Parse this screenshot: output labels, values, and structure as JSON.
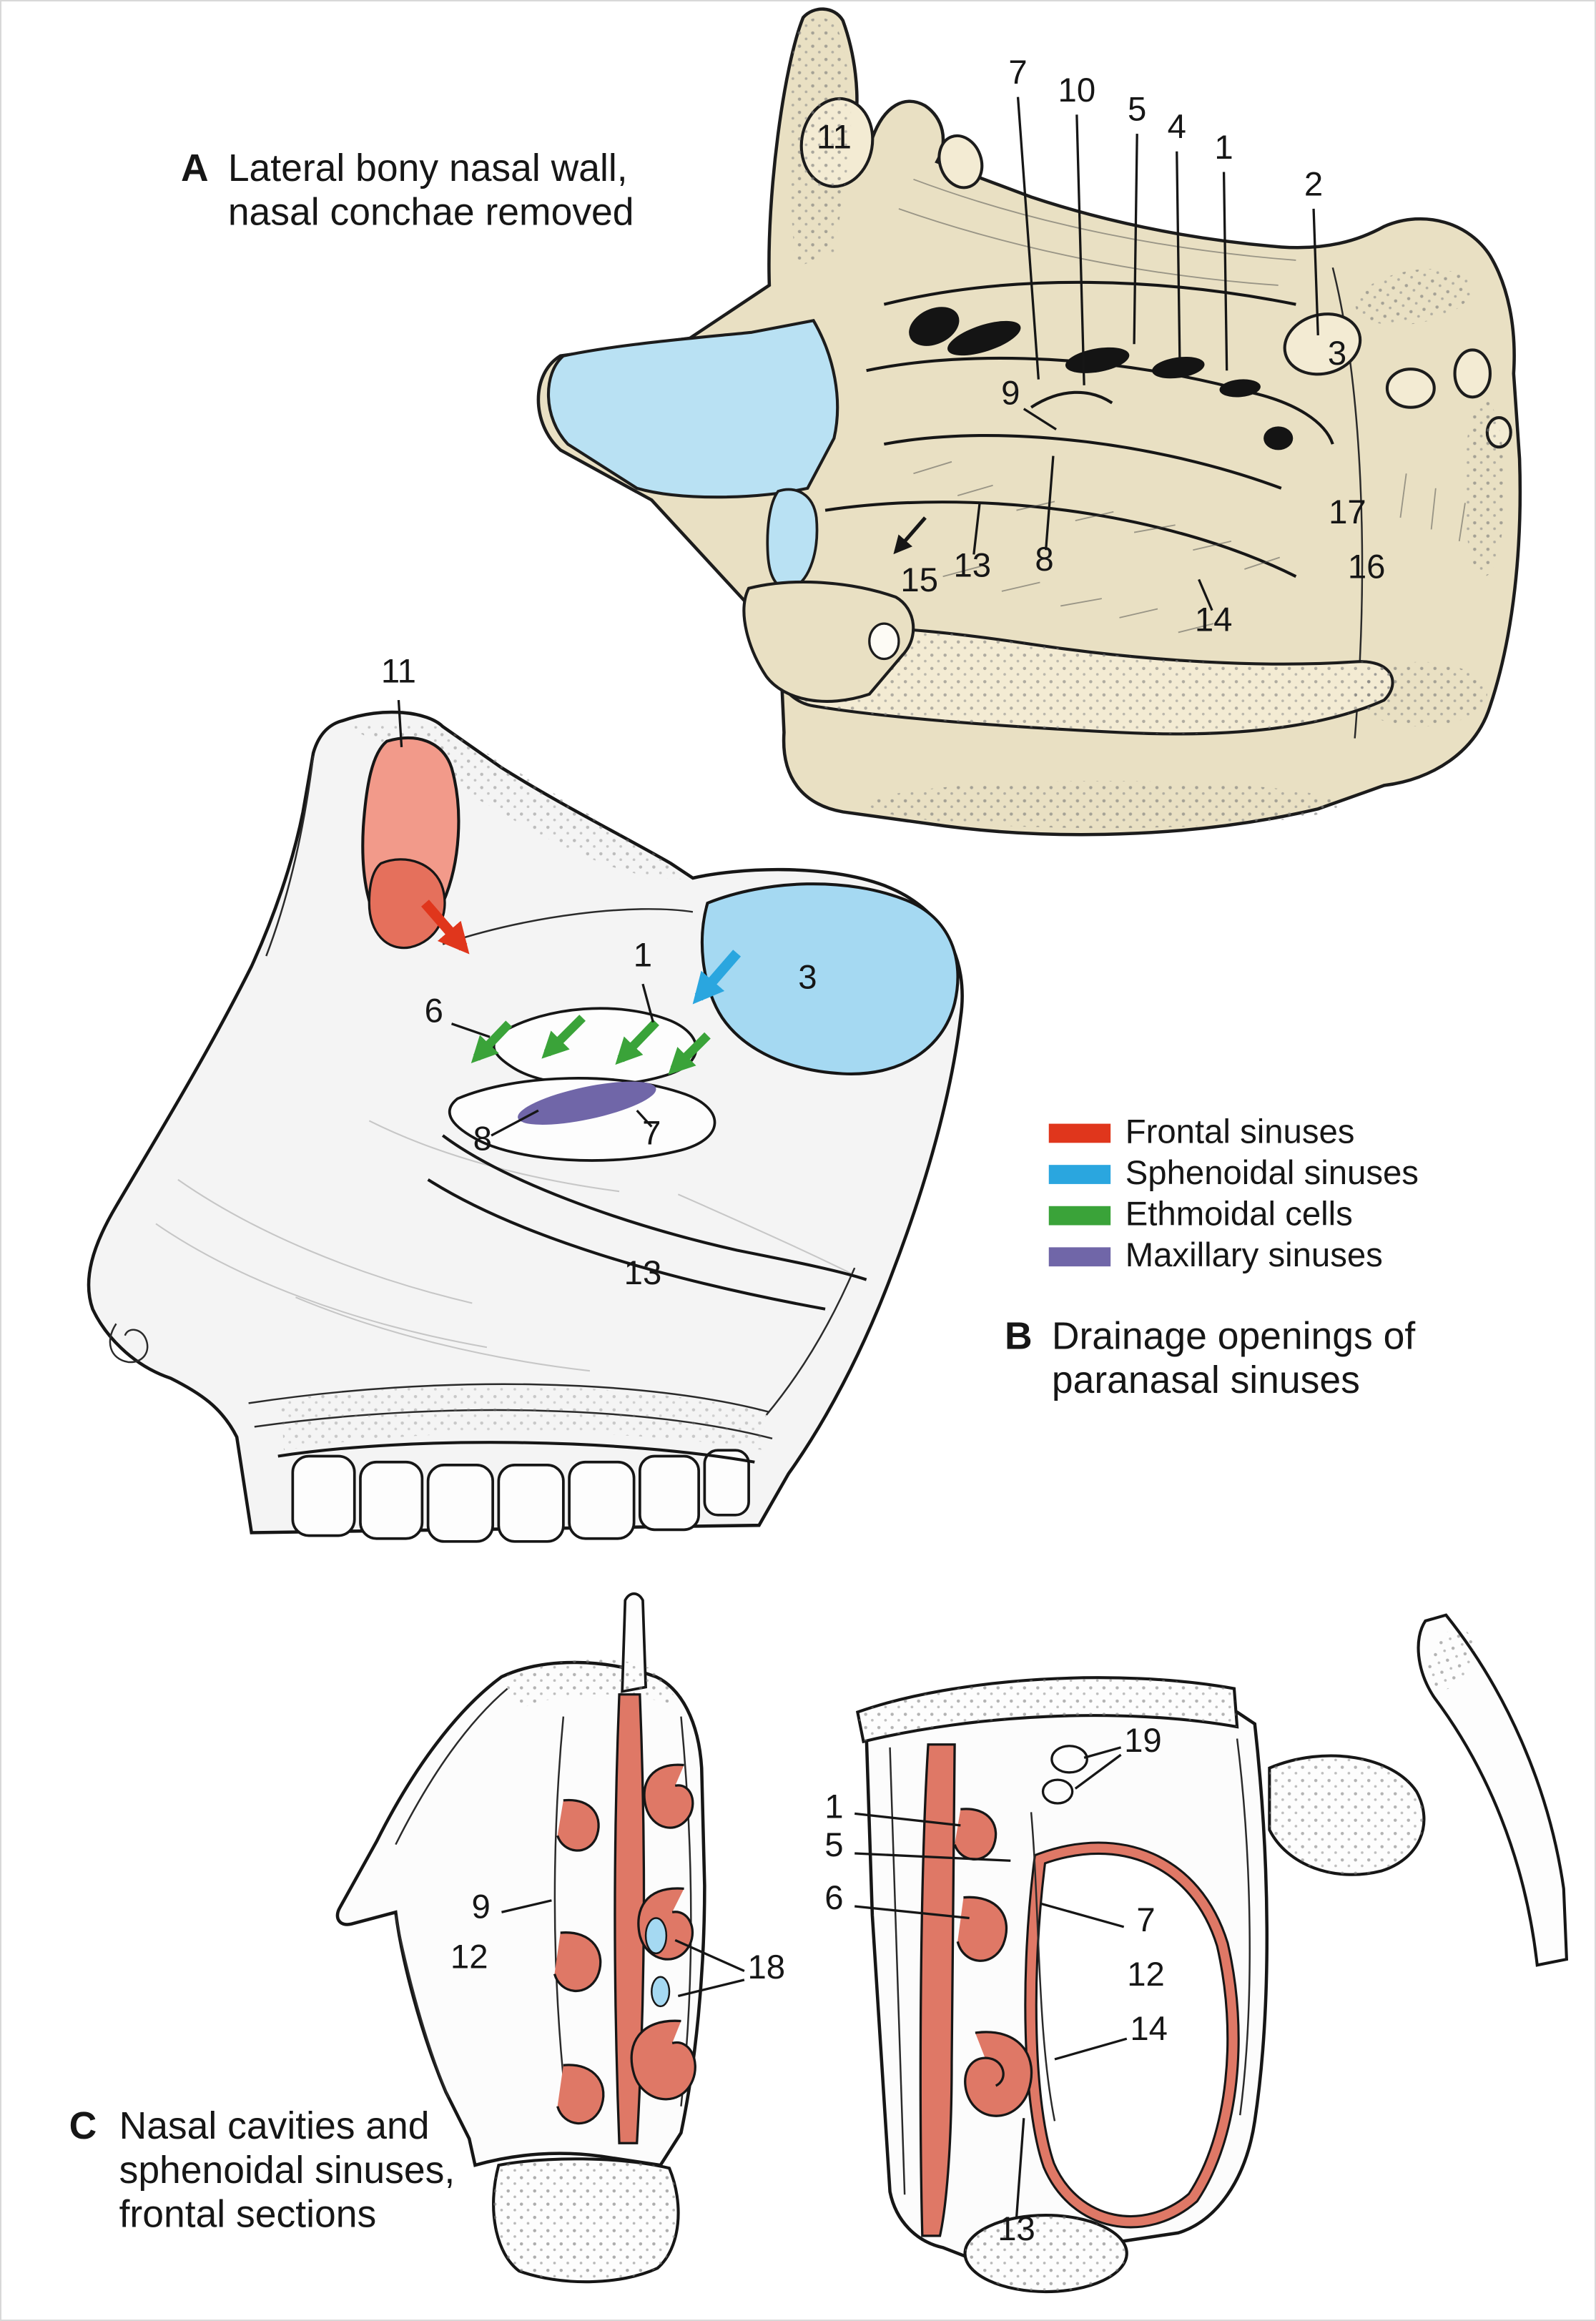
{
  "page": {
    "background": "#ffffff",
    "border_color": "#d8d8d8"
  },
  "panelA": {
    "letter": "A",
    "title_line1": "Lateral bony nasal wall,",
    "title_line2": "nasal conchae removed",
    "labels": {
      "n11": "11",
      "n7": "7",
      "n10": "10",
      "n5": "5",
      "n4": "4",
      "n1": "1",
      "n2": "2",
      "n3": "3",
      "n9": "9",
      "n15": "15",
      "n13": "13",
      "n8": "8",
      "n14": "14",
      "n17": "17",
      "n16": "16"
    },
    "colors": {
      "bone": "#e9e0c3",
      "bone_light": "#f3ebd3",
      "cartilage": "#b9e1f3",
      "outline": "#1c1c1c"
    }
  },
  "panelB": {
    "letter": "B",
    "title_line1": "Drainage openings of",
    "title_line2": "paranasal sinuses",
    "labels": {
      "n11": "11",
      "n1": "1",
      "n3": "3",
      "n6": "6",
      "n8": "8",
      "n7": "7",
      "n13": "13"
    },
    "legend": {
      "items": [
        {
          "name": "frontal",
          "label": "Frontal sinuses",
          "color": "#e0361c"
        },
        {
          "name": "sphenoidal",
          "label": "Sphenoidal sinuses",
          "color": "#2aa6df"
        },
        {
          "name": "ethmoidal",
          "label": "Ethmoidal cells",
          "color": "#3aa339"
        },
        {
          "name": "maxillary",
          "label": "Maxillary sinuses",
          "color": "#7066a8"
        }
      ]
    },
    "colors": {
      "face": "#f4f4f4",
      "outline": "#161616",
      "frontal_sinus": "#f29a8a",
      "frontal_sinus_dark": "#e5705c",
      "sphenoid_sinus": "#a5d9f2"
    }
  },
  "panelC": {
    "letter": "C",
    "title_line1": "Nasal cavities and",
    "title_line2": "sphenoidal sinuses,",
    "title_line3": "frontal sections",
    "labels": {
      "n9": "9",
      "n12a": "12",
      "n18": "18",
      "n1": "1",
      "n5": "5",
      "n6": "6",
      "n7": "7",
      "n12b": "12",
      "n14": "14",
      "n13": "13",
      "n19": "19"
    },
    "colors": {
      "mucosa": "#df7866",
      "sinus_blue": "#a5d9f2",
      "bone_white": "#fcfcfc",
      "outline": "#161616"
    }
  }
}
